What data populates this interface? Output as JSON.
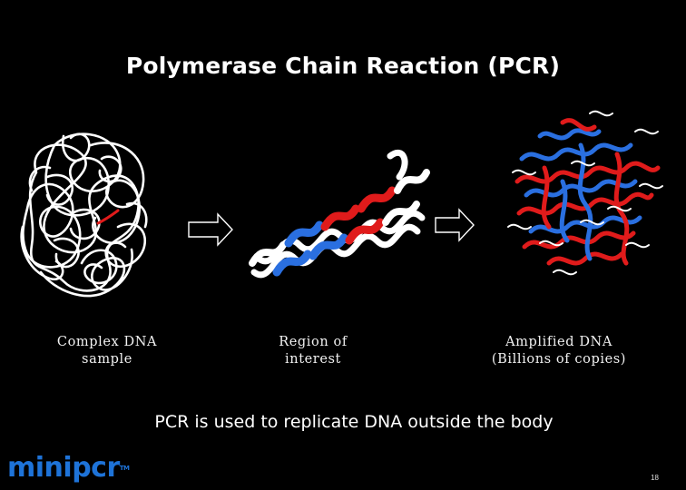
{
  "slide": {
    "title": "Polymerase Chain Reaction (PCR)",
    "panels": [
      {
        "caption_line1": "Complex DNA",
        "caption_line2": "sample"
      },
      {
        "caption_line1": "Region of",
        "caption_line2": "interest"
      },
      {
        "caption_line1": "Amplified DNA",
        "caption_line2": "(Billions of copies)"
      }
    ],
    "summary": "PCR is used to replicate DNA outside the body",
    "logo": {
      "part1": "mini",
      "part2": "pcr",
      "tm": "TM"
    },
    "page_number": "18"
  },
  "colors": {
    "background": "#000000",
    "strand_white": "#ffffff",
    "strand_red": "#e01b1b",
    "strand_blue": "#2a6fe0",
    "logo_blue": "#1e73d8"
  }
}
